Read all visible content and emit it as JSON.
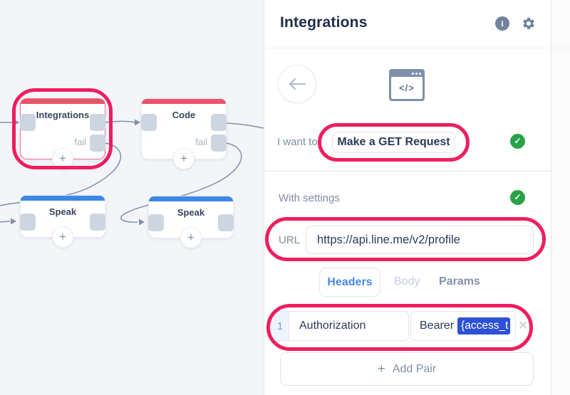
{
  "panel": {
    "title": "Integrations",
    "intent_label": "I want to",
    "intent_value": "Make a GET Request",
    "settings_label": "With settings",
    "url_label": "URL",
    "url_value": "https://api.line.me/v2/profile",
    "tabs": [
      {
        "label": "Headers",
        "active": true
      },
      {
        "label": "Body",
        "active": false
      },
      {
        "label": "Params",
        "active": false
      }
    ],
    "header_pair": {
      "index": "1",
      "key": "Authorization",
      "value_prefix": "Bearer",
      "value_token": "{access_t"
    },
    "add_pair_label": "Add Pair"
  },
  "canvas": {
    "nodes": [
      {
        "title": "Integrations",
        "color": "red",
        "fail_label": "fail",
        "selected": true
      },
      {
        "title": "Code",
        "color": "red",
        "fail_label": "fail",
        "selected": false
      },
      {
        "title": "Speak",
        "color": "blue",
        "selected": false
      },
      {
        "title": "Speak",
        "color": "blue",
        "selected": false
      }
    ]
  },
  "icons": {
    "back": "←",
    "info": "i",
    "close": "✕",
    "plus": "+",
    "check": "✓",
    "code": "</>"
  },
  "colors": {
    "annotation_pink": "#ef1e5e",
    "node_red": "#e95468",
    "node_blue": "#3b87e9",
    "token_blue": "#2e50d8",
    "check_green": "#27a346",
    "active_tab_blue": "#4a86e8",
    "canvas_bg": "#f3f5f9"
  }
}
